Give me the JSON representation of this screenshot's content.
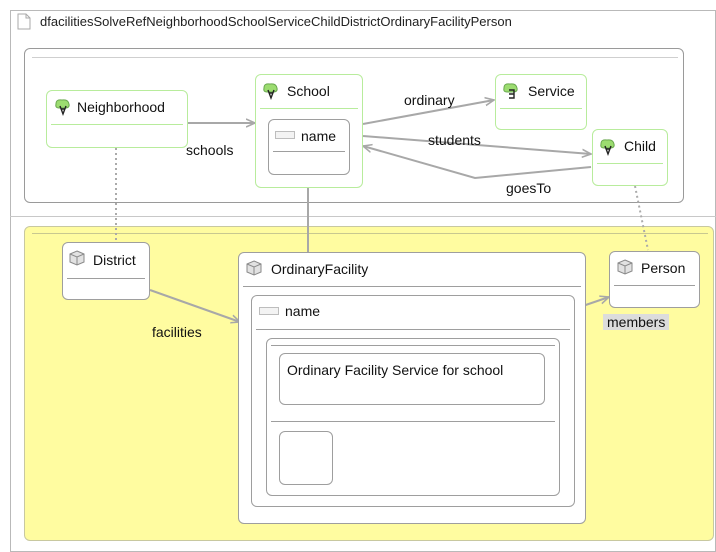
{
  "header": {
    "title": "dfacilitiesSolveRefNeighborhoodSchoolServiceChildDistrictOrdinaryFacilityPerson",
    "doc_icon": "document-icon"
  },
  "top_panel": {
    "nodes": {
      "neighborhood": {
        "label": "Neighborhood",
        "icon": "forall-icon"
      },
      "school": {
        "label": "School",
        "icon": "forall-icon",
        "field": "name"
      },
      "service": {
        "label": "Service",
        "icon": "exists-icon"
      },
      "child": {
        "label": "Child",
        "icon": "forall-icon"
      }
    },
    "edges": {
      "schools": "schools",
      "ordinary": "ordinary",
      "students": "students",
      "goesTo": "goesTo"
    }
  },
  "bottom_panel": {
    "nodes": {
      "district": {
        "label": "District",
        "icon": "cube-icon"
      },
      "ordinary_facility": {
        "label": "OrdinaryFacility",
        "icon": "cube-icon",
        "field": "name",
        "value": "Ordinary Facility Service for school"
      },
      "person": {
        "label": "Person",
        "icon": "cube-icon"
      }
    },
    "edges": {
      "facilities": "facilities",
      "members": "members"
    }
  },
  "colors": {
    "green_border": "#b8ec9c",
    "gray_border": "#9e9e9e",
    "yellow_bg": "#fffca0",
    "edge": "#a8a8a8"
  }
}
